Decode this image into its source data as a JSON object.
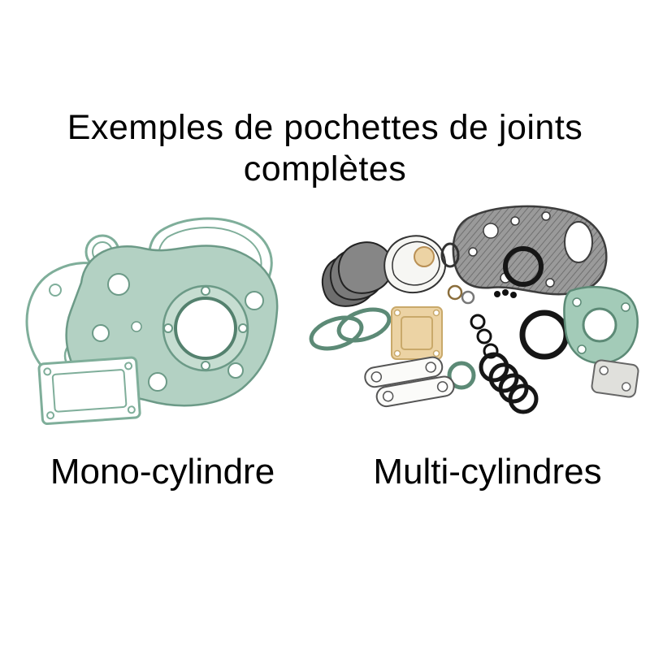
{
  "title": {
    "line1": "Exemples de pochettes de joints",
    "line2": "complètes"
  },
  "labels": {
    "mono": "Mono-cylindre",
    "multi": "Multi-cylindres"
  },
  "illustrations": {
    "left_alt": "Pochette de joints complète pour moteur mono-cylindre",
    "right_alt": "Pochette de joints complète pour moteur multi-cylindres"
  },
  "colors": {
    "background": "#ffffff",
    "text": "#000000",
    "gasket_teal_fill": "#b3d1c3",
    "gasket_teal_light": "#c6ddd1",
    "gasket_teal_stroke": "#6c9a87",
    "gasket_teal_outline": "#7fae9a",
    "gasket_tan": "#ecd3a4",
    "gasket_tan_stroke": "#c9a96a",
    "gasket_grey": "#9a9a9a",
    "gasket_dark_stroke": "#3d3d3d",
    "oring_black": "#161616"
  }
}
